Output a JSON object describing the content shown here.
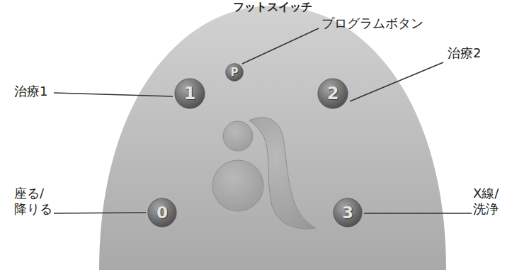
{
  "diagram": {
    "title": "フットスイッチ",
    "nodes": [
      {
        "text": [
          "P"
        ]
      },
      {
        "text": [
          "1"
        ]
      },
      {
        "text": [
          "2"
        ]
      },
      {
        "text": [
          "0"
        ]
      },
      {
        "text": [
          "3"
        ]
      }
    ],
    "labels": [
      "プログラムボタン",
      "治療1",
      "治療2",
      "座る/ 降りる",
      "X線/ 洗浄"
    ]
  }
}
